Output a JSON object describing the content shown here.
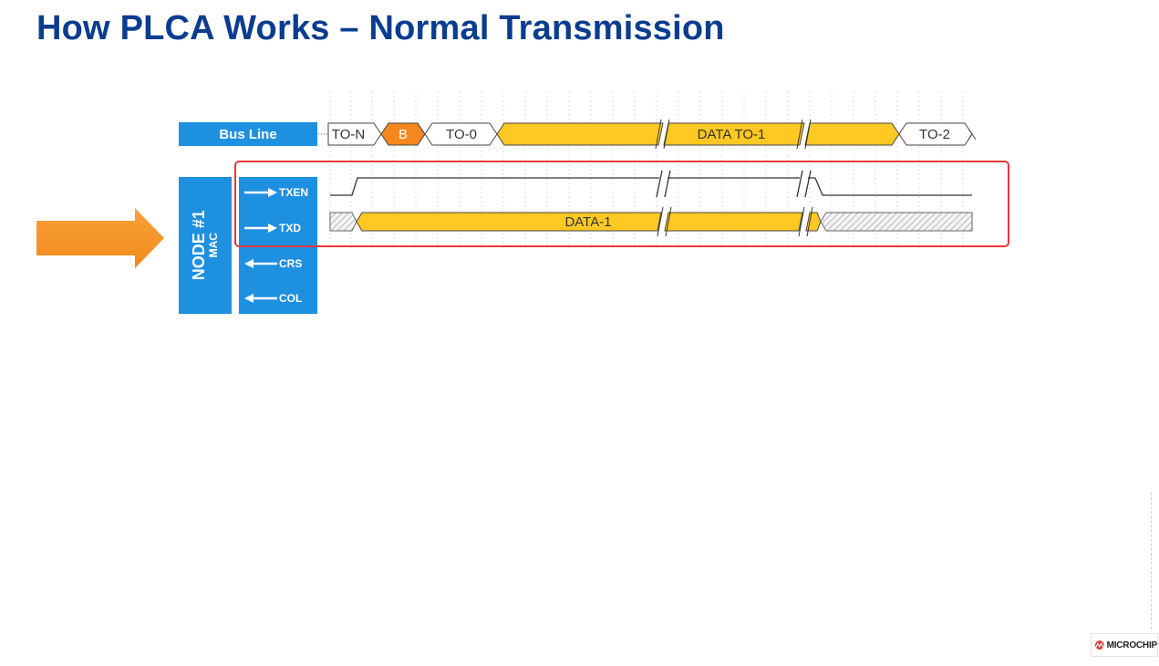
{
  "title": "How PLCA Works – Normal Transmission",
  "bus_line": {
    "label": "Bus Line",
    "segments": [
      "TO-N",
      "B",
      "TO-0",
      "DATA TO-1",
      "TO-2"
    ]
  },
  "node": {
    "name": "NODE #1",
    "sub": "MAC"
  },
  "signals": [
    {
      "name": "TXEN",
      "direction": "right"
    },
    {
      "name": "TXD",
      "direction": "right"
    },
    {
      "name": "CRS",
      "direction": "left"
    },
    {
      "name": "COL",
      "direction": "left"
    }
  ],
  "txd_data_label": "DATA-1",
  "highlight_color": "#e8373b",
  "data_color": "#ffc823",
  "beacon_color": "#f5871f",
  "accent_blue": "#1e90e0",
  "logo": {
    "text": "MICROCHIP",
    "icon": "microchip-logo-icon"
  }
}
